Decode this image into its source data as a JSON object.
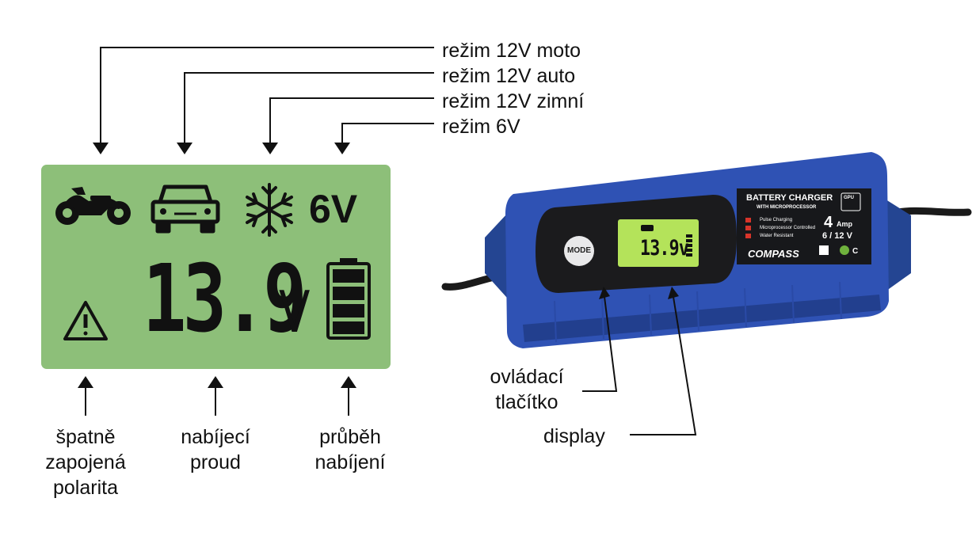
{
  "top_labels": {
    "moto": "režim 12V moto",
    "auto": "režim 12V auto",
    "winter": "režim 12V zimní",
    "six_volt": "režim 6V"
  },
  "lcd": {
    "mode_6v": "6V",
    "voltage_digits": "13.9",
    "voltage_unit": "V",
    "icons": [
      "motorcycle-icon",
      "car-icon",
      "snowflake-icon",
      "warning-icon",
      "battery-icon"
    ],
    "background_color": "#8dbf79"
  },
  "bottom_labels": {
    "polarity": [
      "špatně",
      "zapojená",
      "polarita"
    ],
    "current": [
      "nabíjecí",
      "proud"
    ],
    "progress": [
      "průběh",
      "nabíjení"
    ]
  },
  "charger_labels": {
    "button": [
      "ovládací",
      "tlačítko"
    ],
    "display": "display"
  },
  "charger_device": {
    "body_color": "#2f52b4",
    "mode_button": "MODE",
    "mini_display": "13.9v",
    "label_title": "BATTERY CHARGER",
    "label_subtitle": "WITH MICROPROCESSOR",
    "features": [
      "Pulse Charging",
      "Microprocessor Controlled",
      "Water Resistant"
    ],
    "amp_value": "4",
    "amp_unit": "Amp",
    "voltage_range": "6 / 12 V",
    "chip_label": "GPU",
    "brand": "COMPASS"
  }
}
